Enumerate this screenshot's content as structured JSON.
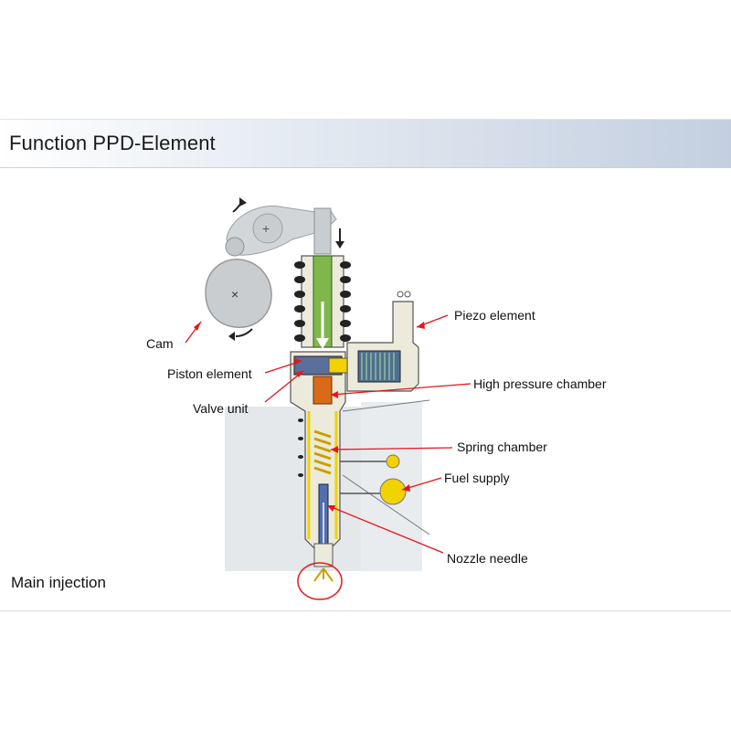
{
  "slide": {
    "title": "Function PPD-Element",
    "caption": "Main injection"
  },
  "labels": {
    "cam": "Cam",
    "piston_element": "Piston element",
    "valve_unit": "Valve unit",
    "piezo_element": "Piezo element",
    "high_pressure_chamber": "High pressure chamber",
    "spring_chamber": "Spring chamber",
    "fuel_supply": "Fuel supply",
    "nozzle_needle": "Nozzle needle"
  },
  "colors": {
    "arrow": "#e8141c",
    "highlight_circle": "#e8141c",
    "body_beige": "#ecead6",
    "fuel_yellow": "#f2d200",
    "piston_green": "#7fb84a",
    "needle_blue": "#4f6fb0",
    "chamber_orange": "#d86a1a",
    "engine_grey": "#e4e8ea"
  }
}
